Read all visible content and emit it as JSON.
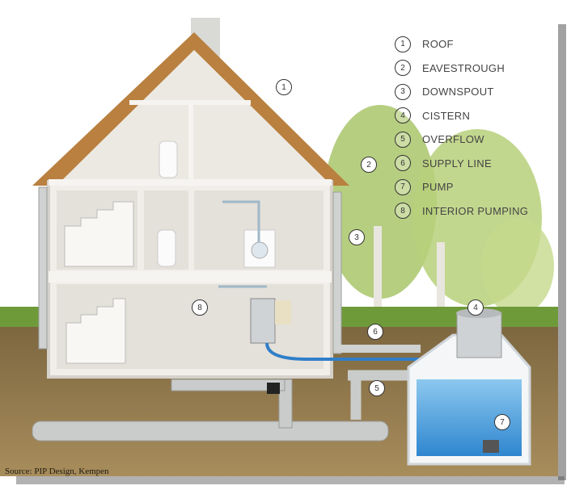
{
  "legend": [
    {
      "num": "1",
      "label": "ROOF"
    },
    {
      "num": "2",
      "label": "EAVESTROUGH"
    },
    {
      "num": "3",
      "label": "DOWNSPOUT"
    },
    {
      "num": "4",
      "label": "CISTERN"
    },
    {
      "num": "5",
      "label": "OVERFLOW"
    },
    {
      "num": "6",
      "label": "SUPPLY LINE"
    },
    {
      "num": "7",
      "label": "PUMP"
    },
    {
      "num": "8",
      "label": "INTERIOR PUMPING"
    }
  ],
  "source": "Source: PIP Design, Kempen",
  "colors": {
    "ground": "#8a7248",
    "grass": "#6f9a3a",
    "water": "#4a9fd8",
    "roof": "#b9803f",
    "wall": "#f1eeea"
  }
}
